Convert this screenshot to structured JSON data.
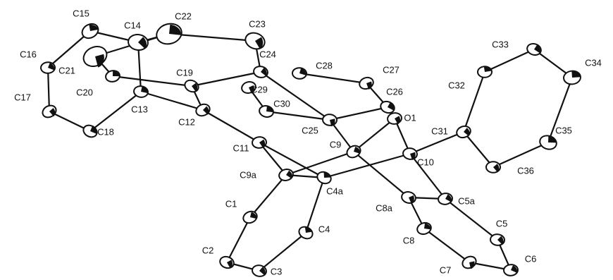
{
  "title": "",
  "colors": {
    "ink": "#111111",
    "background": "#ffffff"
  },
  "atoms": [
    {
      "id": "C15",
      "label": "C15"
    },
    {
      "id": "C14",
      "label": "C14"
    },
    {
      "id": "C22",
      "label": "C22"
    },
    {
      "id": "C23",
      "label": "C23"
    },
    {
      "id": "C16",
      "label": "C16"
    },
    {
      "id": "C21",
      "label": "C21"
    },
    {
      "id": "C24",
      "label": "C24"
    },
    {
      "id": "C20",
      "label": "C20"
    },
    {
      "id": "C19",
      "label": "C19"
    },
    {
      "id": "C28",
      "label": "C28"
    },
    {
      "id": "C27",
      "label": "C27"
    },
    {
      "id": "C33",
      "label": "C33"
    },
    {
      "id": "C34",
      "label": "C34"
    },
    {
      "id": "C17",
      "label": "C17"
    },
    {
      "id": "C13",
      "label": "C13"
    },
    {
      "id": "C29",
      "label": "C29"
    },
    {
      "id": "C26",
      "label": "C26"
    },
    {
      "id": "C32",
      "label": "C32"
    },
    {
      "id": "C12",
      "label": "C12"
    },
    {
      "id": "C30",
      "label": "C30"
    },
    {
      "id": "O1",
      "label": "O1"
    },
    {
      "id": "C18",
      "label": "C18"
    },
    {
      "id": "C25",
      "label": "C25"
    },
    {
      "id": "C31",
      "label": "C31"
    },
    {
      "id": "C35",
      "label": "C35"
    },
    {
      "id": "C11",
      "label": "C11"
    },
    {
      "id": "C9",
      "label": "C9"
    },
    {
      "id": "C10",
      "label": "C10"
    },
    {
      "id": "C9a",
      "label": "C9a"
    },
    {
      "id": "C4a",
      "label": "C4a"
    },
    {
      "id": "C36",
      "label": "C36"
    },
    {
      "id": "C1",
      "label": "C1"
    },
    {
      "id": "C8a",
      "label": "C8a"
    },
    {
      "id": "C5a",
      "label": "C5a"
    },
    {
      "id": "C4",
      "label": "C4"
    },
    {
      "id": "C5",
      "label": "C5"
    },
    {
      "id": "C8",
      "label": "C8"
    },
    {
      "id": "C2",
      "label": "C2"
    },
    {
      "id": "C6",
      "label": "C6"
    },
    {
      "id": "C7",
      "label": "C7"
    },
    {
      "id": "C3",
      "label": "C3"
    }
  ],
  "bonds": [
    [
      "C15",
      "C14"
    ],
    [
      "C15",
      "C16"
    ],
    [
      "C16",
      "C17"
    ],
    [
      "C17",
      "C18"
    ],
    [
      "C18",
      "C13"
    ],
    [
      "C13",
      "C14"
    ],
    [
      "C14",
      "C22"
    ],
    [
      "C22",
      "C23"
    ],
    [
      "C23",
      "C24"
    ],
    [
      "C24",
      "C19"
    ],
    [
      "C19",
      "C20"
    ],
    [
      "C20",
      "C21"
    ],
    [
      "C21",
      "C22"
    ],
    [
      "C13",
      "C12"
    ],
    [
      "C19",
      "C12"
    ],
    [
      "C12",
      "C11"
    ],
    [
      "C11",
      "C4a"
    ],
    [
      "C9a",
      "C11"
    ],
    [
      "C24",
      "C25"
    ],
    [
      "C29",
      "C30"
    ],
    [
      "C30",
      "C25"
    ],
    [
      "C28",
      "C27"
    ],
    [
      "C27",
      "C26"
    ],
    [
      "C26",
      "C25"
    ],
    [
      "C26",
      "O1"
    ],
    [
      "C25",
      "C9"
    ],
    [
      "C9",
      "O1"
    ],
    [
      "O1",
      "C10"
    ],
    [
      "C10",
      "C31"
    ],
    [
      "C10",
      "C5a"
    ],
    [
      "C9",
      "C8a"
    ],
    [
      "C9",
      "C9a"
    ],
    [
      "C10",
      "C4a"
    ],
    [
      "C31",
      "C32"
    ],
    [
      "C32",
      "C33"
    ],
    [
      "C33",
      "C34"
    ],
    [
      "C34",
      "C35"
    ],
    [
      "C35",
      "C36"
    ],
    [
      "C36",
      "C31"
    ],
    [
      "C9a",
      "C1"
    ],
    [
      "C1",
      "C2"
    ],
    [
      "C2",
      "C3"
    ],
    [
      "C3",
      "C4"
    ],
    [
      "C4",
      "C4a"
    ],
    [
      "C9a",
      "C4a"
    ],
    [
      "C8a",
      "C8"
    ],
    [
      "C8",
      "C7"
    ],
    [
      "C7",
      "C6"
    ],
    [
      "C6",
      "C5"
    ],
    [
      "C5",
      "C5a"
    ],
    [
      "C5a",
      "C8a"
    ]
  ]
}
